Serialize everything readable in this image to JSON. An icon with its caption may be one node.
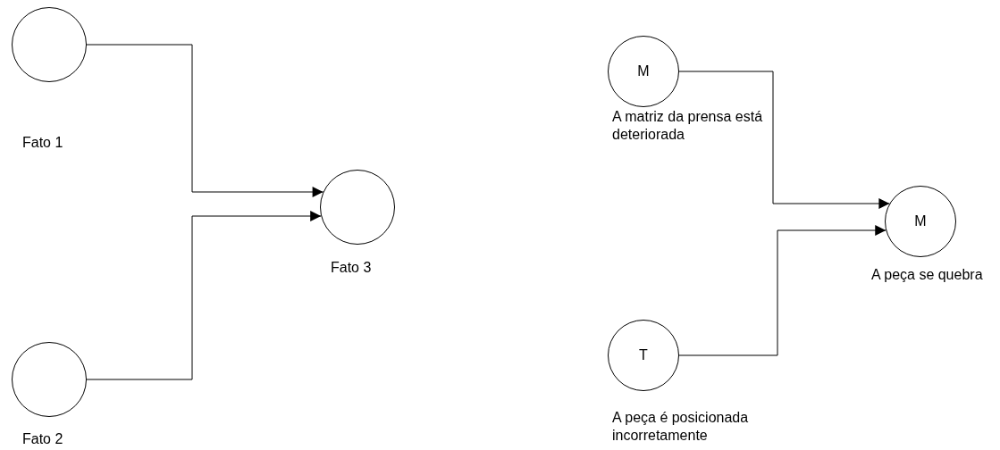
{
  "diagram": {
    "nodes": [
      {
        "text": [],
        "shape": "circle",
        "beside": [
          "Fato 1"
        ]
      },
      {
        "text": [],
        "shape": "circle",
        "beside": [
          "Fato 2"
        ]
      },
      {
        "text": [],
        "shape": "circle",
        "beside": [
          "Fato 3"
        ]
      },
      {
        "text": [
          "M"
        ],
        "beside": [
          "A matriz da prensa está deteriorada"
        ]
      },
      {
        "text": [
          "T"
        ],
        "beside": [
          "A peça é posicionada incorretamente"
        ]
      },
      {
        "text": [
          "M"
        ],
        "beside": [
          "A peça se quebra"
        ]
      }
    ],
    "edges": [
      {
        "from": 0,
        "to": 2,
        "arrow": "to"
      },
      {
        "from": 1,
        "to": 2,
        "arrow": "to"
      },
      {
        "from": 3,
        "to": 5,
        "arrow": "to"
      },
      {
        "from": 4,
        "to": 5,
        "arrow": "to"
      }
    ]
  }
}
